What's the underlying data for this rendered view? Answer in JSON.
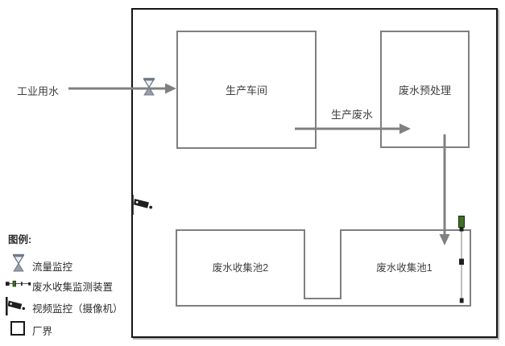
{
  "diagram": {
    "source_label": "工业用水",
    "flow_label": "生产废水",
    "nodes": {
      "workshop": "生产车间",
      "pretreatment": "废水预处理",
      "pool2": "废水收集池2",
      "pool1": "废水收集池1"
    }
  },
  "legend": {
    "title": "图例:",
    "items": [
      {
        "icon": "flow-monitor-icon",
        "label": "流量监控"
      },
      {
        "icon": "collection-monitor-device-icon",
        "label": "废水收集监测装置"
      },
      {
        "icon": "cctv-camera-icon",
        "label": "视频监控（摄像机）"
      },
      {
        "icon": "factory-boundary-icon",
        "label": "厂界"
      }
    ]
  },
  "colors": {
    "box_border": "#7f7f7f",
    "arrow": "#808080",
    "boundary": "#141414",
    "text": "#3f3f3f",
    "monitor_gray": "#6f7a87",
    "monitor_fill": "#97a0aa",
    "device_green": "#3f6f26",
    "device_dark": "#1f1f1f"
  }
}
